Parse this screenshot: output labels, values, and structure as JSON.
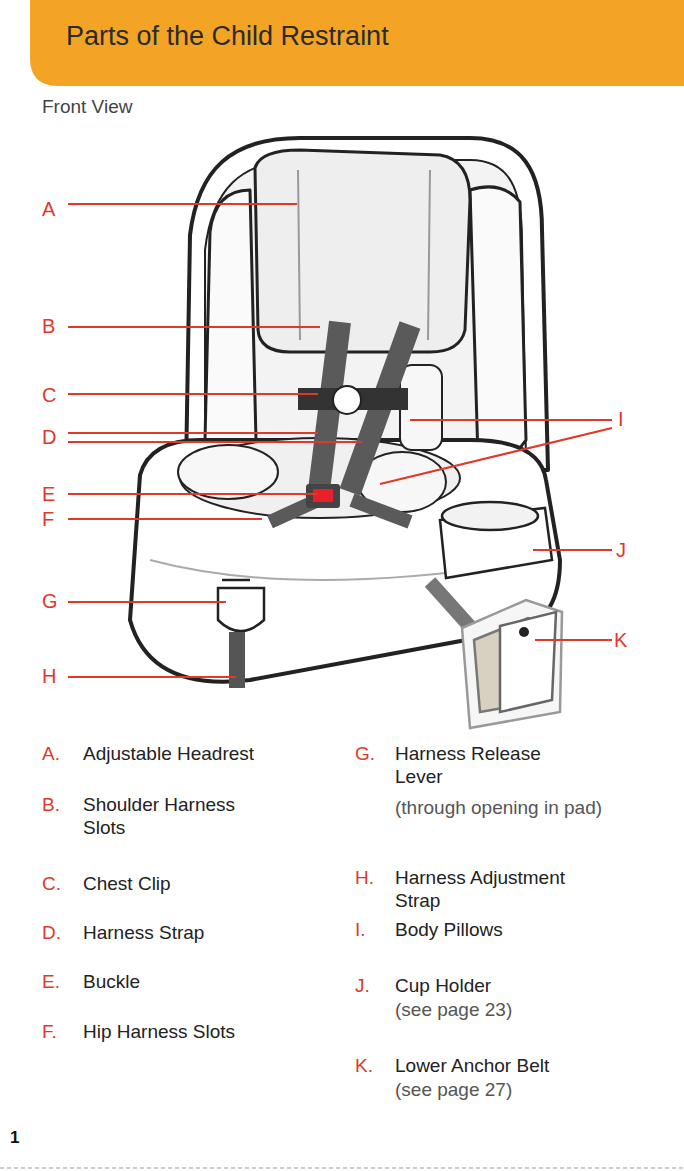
{
  "diagram": {
    "title": "Parts of the Child Restraint",
    "labels": [
      "Front View",
      "A",
      "B",
      "C",
      "D",
      "E",
      "F",
      "G",
      "H",
      "I",
      "J",
      "K",
      "A.",
      "Adjustable Headrest",
      "B.",
      "Shoulder Harness Slots",
      "C.",
      "Chest Clip",
      "D.",
      "Harness Strap",
      "E.",
      "Buckle",
      "F.",
      "Hip Harness Slots",
      "G.",
      "Harness Release Lever",
      "(through opening in pad)",
      "H.",
      "Harness Adjustment Strap",
      "I.",
      "Body Pillows",
      "J.",
      "Cup Holder",
      "(see page 23)",
      "K.",
      "Lower Anchor Belt",
      "(see page 27)",
      "1"
    ]
  }
}
